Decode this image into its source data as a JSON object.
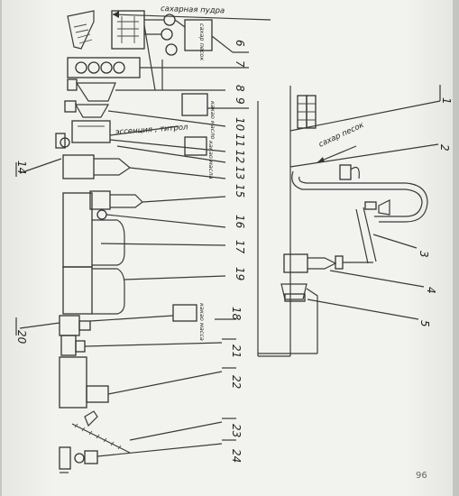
{
  "diagram": {
    "top_label": "сахарная пудра",
    "right_labels": {
      "sugar_sand": "сахар песок"
    },
    "inner_labels": {
      "essence": "эссенция , титрол",
      "box_9": "какао масло",
      "box_11": "какао масла",
      "box_6": "сахар песок",
      "box_18": "какао масса"
    },
    "numbers": {
      "n1": "1",
      "n2": "2",
      "n3": "3",
      "n4": "4",
      "n5": "5",
      "n6": "6",
      "n7": "7",
      "n8": "8",
      "n9": "9",
      "n10": "10",
      "n11": "11",
      "n12": "12",
      "n13": "13",
      "n14": "14",
      "n15": "15",
      "n16": "16",
      "n17": "17",
      "n18": "18",
      "n19": "19",
      "n20": "20",
      "n21": "21",
      "n22": "22",
      "n23": "23",
      "n24": "24"
    }
  },
  "page_number": "96"
}
